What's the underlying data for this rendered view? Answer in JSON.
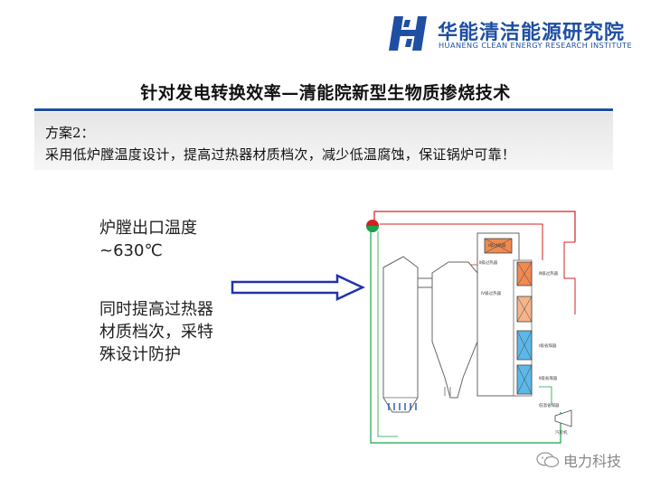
{
  "logo": {
    "name_cn": "华能清洁能源研究院",
    "name_en": "HUANENG CLEAN ENERGY RESEARCH INSTITUTE",
    "mark_icon": "huaneng-logo-mark",
    "brand_color": "#1e4fa3"
  },
  "slide": {
    "title": "针对发电转换效率—清能院新型生物质掺烧技术",
    "scheme_label": "方案2：",
    "scheme_text": "采用低炉膛温度设计，提高过热器材质档次，减少低温腐蚀，保证锅炉可靠！",
    "note1_line1": "炉膛出口温度",
    "note1_line2": "~630℃",
    "note2": "同时提高过热器材质档次，采特殊设计防护",
    "arrow_icon": "right-arrow-icon"
  },
  "diagram": {
    "labels": [
      "Ⅰ级过热器",
      "Ⅱ级过热器",
      "Ⅲ级过热器",
      "Ⅳ级过热器",
      "Ⅰ级省煤器",
      "Ⅱ级省煤器",
      "低温省煤器",
      "汽轮机"
    ],
    "colors": {
      "steam": "#d62020",
      "water": "#1aa34a",
      "superheater_hot": "#f08a50",
      "superheater_warm": "#f7b48a",
      "economizer": "#5bb8e8"
    }
  },
  "watermark": {
    "text": "电力科技",
    "icon": "wechat-icon"
  }
}
